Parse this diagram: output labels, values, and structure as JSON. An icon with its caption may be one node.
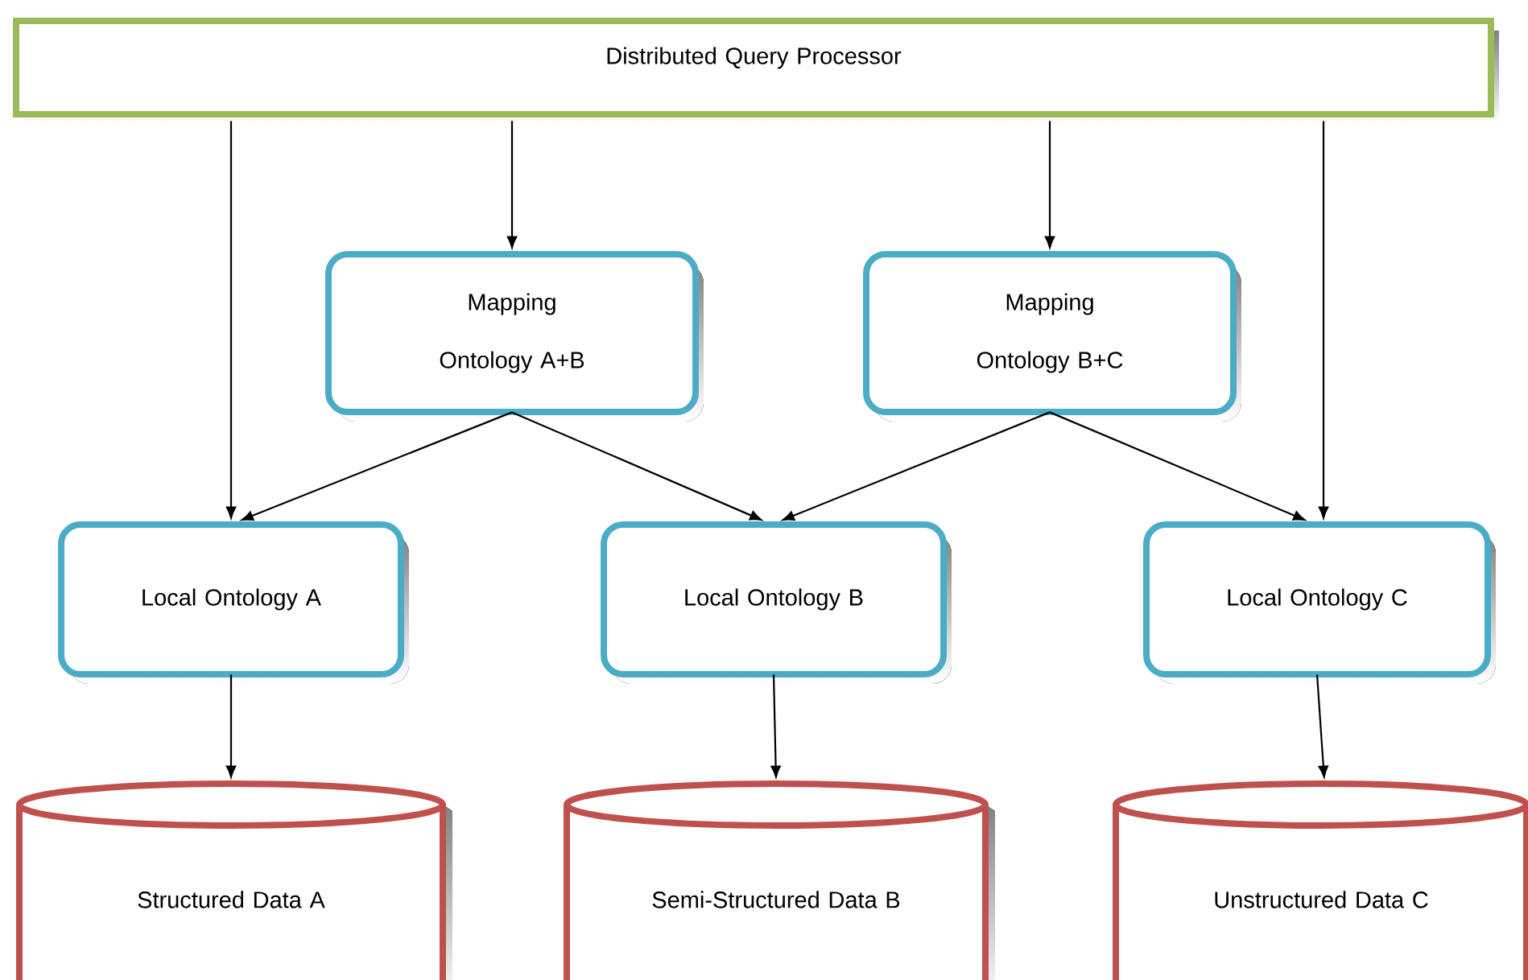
{
  "diagram": {
    "nodes": [
      {
        "text": [
          "Distributed Query Processor"
        ]
      },
      {
        "text": [
          "Mapping Ontology A+B"
        ]
      },
      {
        "text": [
          "Mapping Ontology B+C"
        ]
      },
      {
        "text": [
          "Local Ontology A"
        ]
      },
      {
        "text": [
          "Local Ontology B"
        ]
      },
      {
        "text": [
          "Local Ontology C"
        ]
      },
      {
        "text": [
          "Structured Data A"
        ]
      },
      {
        "text": [
          "Semi-Structured Data B"
        ]
      },
      {
        "text": [
          "Unstructured Data C"
        ]
      }
    ],
    "edges": [
      {
        "from": 0,
        "to": 3,
        "arrow": "to"
      },
      {
        "from": 0,
        "to": 1,
        "arrow": "to"
      },
      {
        "from": 0,
        "to": 2,
        "arrow": "to"
      },
      {
        "from": 0,
        "to": 5,
        "arrow": "to"
      },
      {
        "from": 1,
        "to": 3,
        "arrow": "to"
      },
      {
        "from": 1,
        "to": 4,
        "arrow": "to"
      },
      {
        "from": 2,
        "to": 4,
        "arrow": "to"
      },
      {
        "from": 2,
        "to": 5,
        "arrow": "to"
      },
      {
        "from": 3,
        "to": 6,
        "arrow": "to"
      },
      {
        "from": 4,
        "to": 7,
        "arrow": "to"
      },
      {
        "from": 5,
        "to": 8,
        "arrow": "to"
      }
    ]
  }
}
